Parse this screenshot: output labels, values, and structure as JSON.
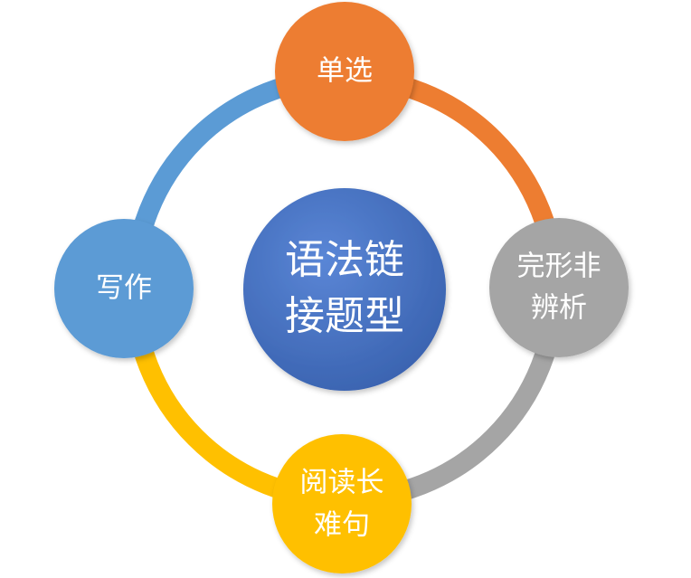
{
  "diagram": {
    "center": {
      "line1": "语法链",
      "line2": "接题型",
      "color": "#4472c4"
    },
    "nodes": {
      "top": {
        "line1": "单选",
        "color": "#ed7d31"
      },
      "right": {
        "line1": "完形非",
        "line2": "辨析",
        "color": "#a5a5a5"
      },
      "bottom": {
        "line1": "阅读长",
        "line2": "难句",
        "color": "#ffc000"
      },
      "left": {
        "line1": "写作",
        "color": "#5b9bd5"
      }
    },
    "ring_arcs": {
      "top_right": "#ed7d31",
      "right_bottom": "#a5a5a5",
      "bottom_left": "#ffc000",
      "left_top": "#5b9bd5"
    }
  }
}
